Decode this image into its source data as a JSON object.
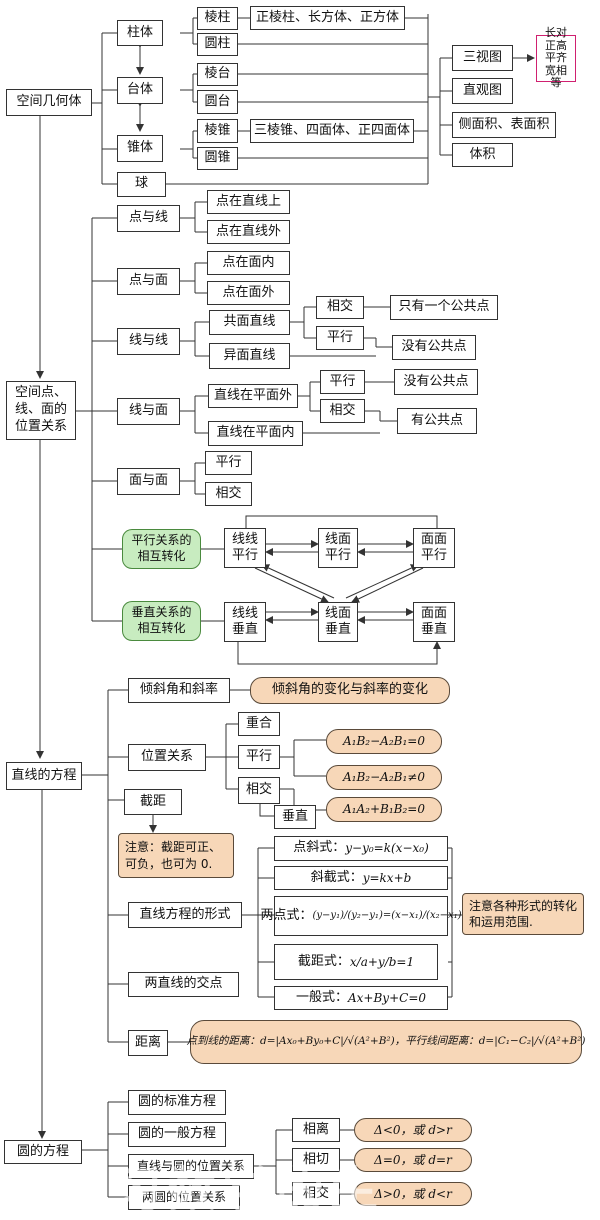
{
  "s1": {
    "root": "空间几何体",
    "zhuti": "柱体",
    "taiti": "台体",
    "zhuiti": "锥体",
    "qiu": "球",
    "lengzhu": "棱柱",
    "yuanzhu": "圆柱",
    "lengtai": "棱台",
    "yuantai": "圆台",
    "lengzhui": "棱锥",
    "yuanzhui": "圆锥",
    "lengzhu_types": "正棱柱、长方体、正方体",
    "lengzhui_types": "三棱锥、四面体、正四面体",
    "sanshitu": "三视图",
    "changdui": "长对正高平齐宽相等",
    "zhiguantu": "直观图",
    "mianji": "侧面积、表面积",
    "tiji": "体积"
  },
  "s2": {
    "root": "空间点、线、面的位置关系",
    "dian_xian": "点与线",
    "zai_xian_shang": "点在直线上",
    "zai_xian_wai": "点在直线外",
    "dian_mian": "点与面",
    "zai_mian_nei": "点在面内",
    "zai_mian_wai": "点在面外",
    "xian_xian": "线与线",
    "gongmian": "共面直线",
    "yimian": "异面直线",
    "xiangjiao": "相交",
    "pingxing": "平行",
    "zhiyou_yige": "只有一个公共点",
    "meiyou": "没有公共点",
    "xian_mian": "线与面",
    "pingmian_wai": "直线在平面外",
    "pingmian_nei": "直线在平面内",
    "you_gonggong": "有公共点",
    "mian_mian": "面与面",
    "px_zhuanhua": "平行关系的相互转化",
    "cz_zhuanhua": "垂直关系的相互转化",
    "xx_px": "线线平行",
    "xm_px": "线面平行",
    "mm_px": "面面平行",
    "xx_cz": "线线垂直",
    "xm_cz": "线面垂直",
    "mm_cz": "面面垂直"
  },
  "s3": {
    "root": "直线的方程",
    "qingxie": "倾斜角和斜率",
    "qingxie_note": "倾斜角的变化与斜率的变化",
    "weizhi": "位置关系",
    "chonghe": "重合",
    "pingxing": "平行",
    "xiangjiao": "相交",
    "chuizhi": "垂直",
    "eq_px": "A₁B₂−A₂B₁=0",
    "eq_xj": "A₁B₂−A₂B₁≠0",
    "eq_cz": "A₁A₂+B₁B₂=0",
    "jieju": "截距",
    "jieju_note": "注意：截距可正、可负，也可为 0.",
    "xingshi": "直线方程的形式",
    "dianxie_label": "点斜式：",
    "dianxie_eq": "y−y₀=k(x−x₀)",
    "xiejie_label": "斜截式：",
    "xiejie_eq": "y=kx+b",
    "liangdian_label": "两点式：",
    "liangdian_eq": "(y−y₁)/(y₂−y₁)=(x−x₁)/(x₂−x₁)",
    "jieju_label": "截距式：",
    "jieju_eq": "x/a+y/b=1",
    "yiban_label": "一般式：",
    "yiban_eq": "Ax+By+C=0",
    "xingshi_note": "注意各种形式的转化和运用范围.",
    "jiaodian": "两直线的交点",
    "juli": "距离",
    "juli_note": "点到线的距离：d=|Ax₀+By₀+C|/√(A²+B²)，平行线间距离：d=|C₁−C₂|/√(A²+B²)"
  },
  "s4": {
    "root": "圆的方程",
    "biaozhun": "圆的标准方程",
    "yiban": "圆的一般方程",
    "xian_yuan": "直线与圆的位置关系",
    "yuan_yuan": "两圆的位置关系",
    "xiangli": "相离",
    "xiangqie": "相切",
    "xiangjiao": "相交",
    "c_li": "Δ<0，或 d>r",
    "c_qie": "Δ=0，或 d=r",
    "c_jiao": "Δ>0，或 d<r"
  },
  "watermark": "学习数学的生"
}
